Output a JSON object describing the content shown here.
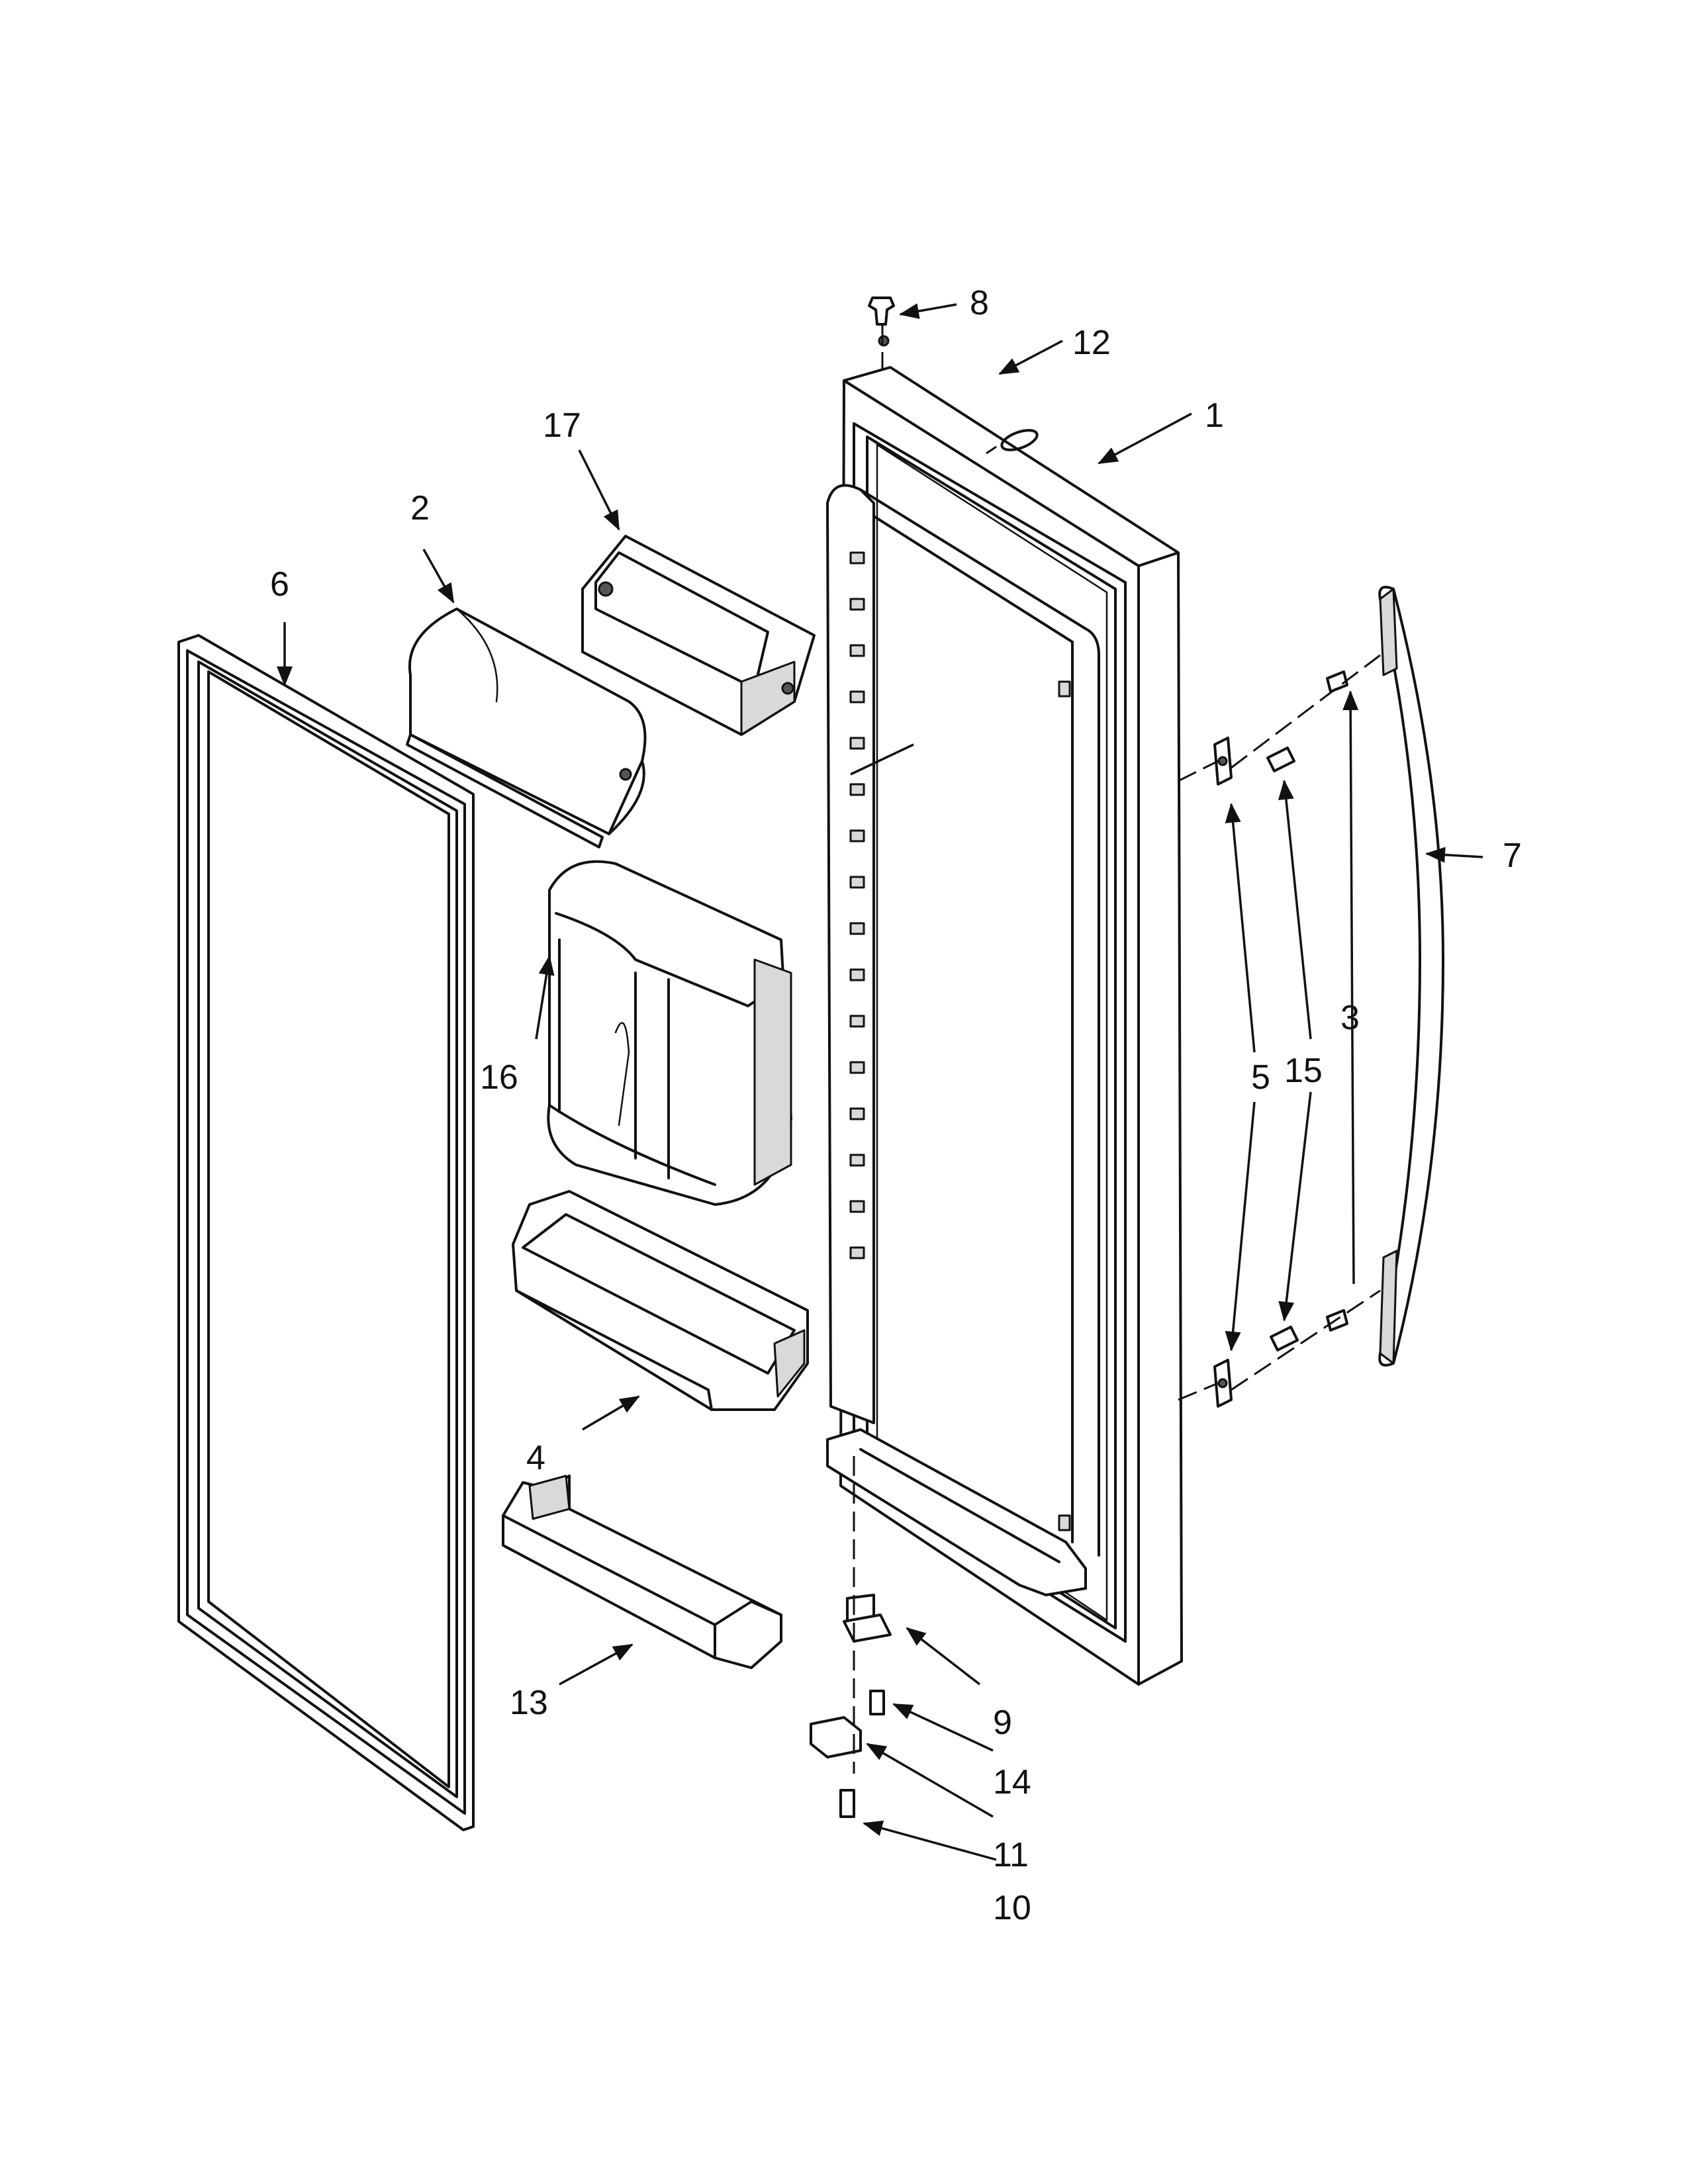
{
  "diagram": {
    "background": "#ffffff",
    "ink": "#111111",
    "callouts": [
      {
        "id": "c1",
        "text": "1"
      },
      {
        "id": "c2",
        "text": "2"
      },
      {
        "id": "c3",
        "text": "3"
      },
      {
        "id": "c4",
        "text": "4"
      },
      {
        "id": "c5a",
        "text": "5"
      },
      {
        "id": "c6",
        "text": "6"
      },
      {
        "id": "c7",
        "text": "7"
      },
      {
        "id": "c8",
        "text": "8"
      },
      {
        "id": "c9",
        "text": "9"
      },
      {
        "id": "c10",
        "text": "10"
      },
      {
        "id": "c11",
        "text": "11"
      },
      {
        "id": "c12",
        "text": "12"
      },
      {
        "id": "c13",
        "text": "13"
      },
      {
        "id": "c14",
        "text": "14"
      },
      {
        "id": "c15",
        "text": "15"
      },
      {
        "id": "c16",
        "text": "16"
      },
      {
        "id": "c17",
        "text": "17"
      }
    ]
  }
}
